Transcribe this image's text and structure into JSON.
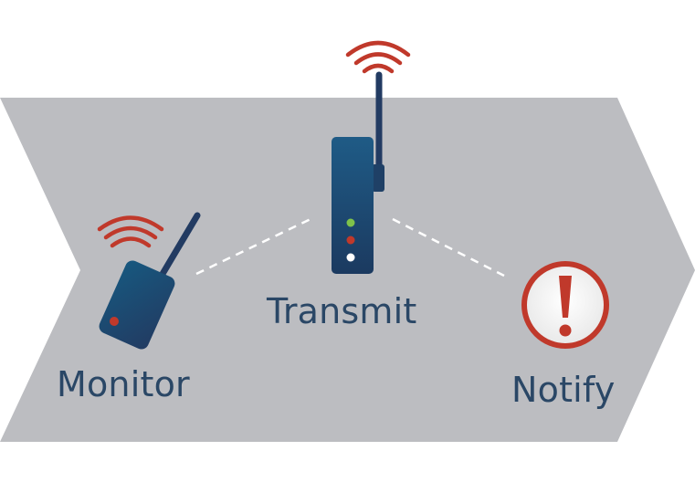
{
  "steps": [
    {
      "label": "Monitor",
      "icon": "handheld-transmitter-icon"
    },
    {
      "label": "Transmit",
      "icon": "router-icon"
    },
    {
      "label": "Notify",
      "icon": "alert-icon"
    }
  ],
  "colors": {
    "chevron_background": "#bcbdc1",
    "device_gradient_start": "#17587f",
    "device_gradient_end": "#223b62",
    "signal_waves": "#c0392b",
    "text": "#2a4766",
    "led_green": "#7fc24a",
    "led_red": "#c0392b",
    "led_white": "#ffffff",
    "alert_ring": "#c0392b",
    "alert_fill": "#f2f2f2",
    "connector_dash": "#ffffff"
  }
}
